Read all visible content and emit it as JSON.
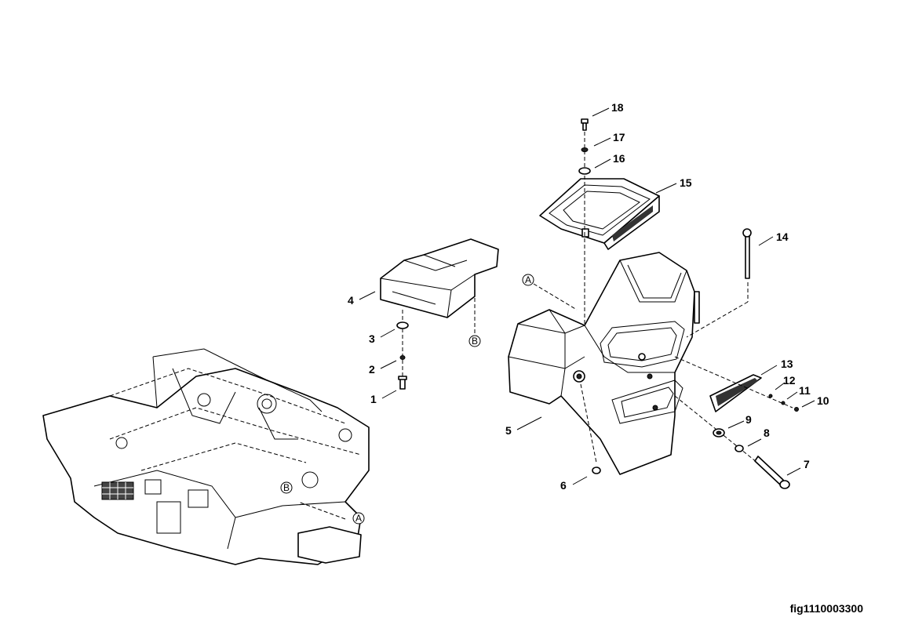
{
  "figure_id": "fig1110003300",
  "callouts": [
    {
      "id": "1",
      "label": "1"
    },
    {
      "id": "2",
      "label": "2"
    },
    {
      "id": "3",
      "label": "3"
    },
    {
      "id": "4",
      "label": "4"
    },
    {
      "id": "5",
      "label": "5"
    },
    {
      "id": "6",
      "label": "6"
    },
    {
      "id": "7",
      "label": "7"
    },
    {
      "id": "8",
      "label": "8"
    },
    {
      "id": "9",
      "label": "9"
    },
    {
      "id": "10",
      "label": "10"
    },
    {
      "id": "11",
      "label": "11"
    },
    {
      "id": "12",
      "label": "12"
    },
    {
      "id": "13",
      "label": "13"
    },
    {
      "id": "14",
      "label": "14"
    },
    {
      "id": "15",
      "label": "15"
    },
    {
      "id": "16",
      "label": "16"
    },
    {
      "id": "17",
      "label": "17"
    },
    {
      "id": "18",
      "label": "18"
    }
  ],
  "reference_markers": {
    "a": "A",
    "b": "B"
  }
}
